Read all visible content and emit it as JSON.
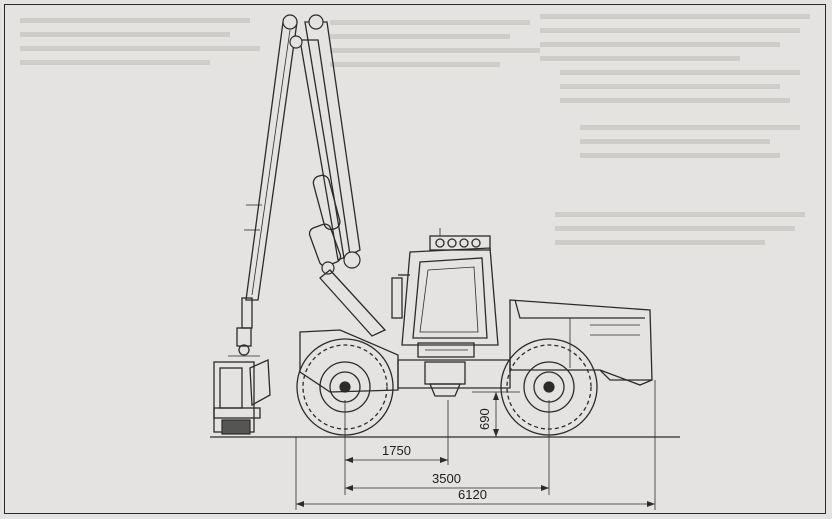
{
  "drawing": {
    "subject": "forestry harvester side elevation",
    "units": "mm",
    "dimensions": [
      {
        "id": "ground_clearance",
        "label": "690"
      },
      {
        "id": "axle_to_center",
        "label": "1750"
      },
      {
        "id": "wheelbase",
        "label": "3500"
      },
      {
        "id": "overall_length",
        "label": "6120"
      }
    ]
  },
  "colors": {
    "paper": "#e4e3e1",
    "ink": "#2b2b2b",
    "ghost_text": "#cfcdca"
  }
}
